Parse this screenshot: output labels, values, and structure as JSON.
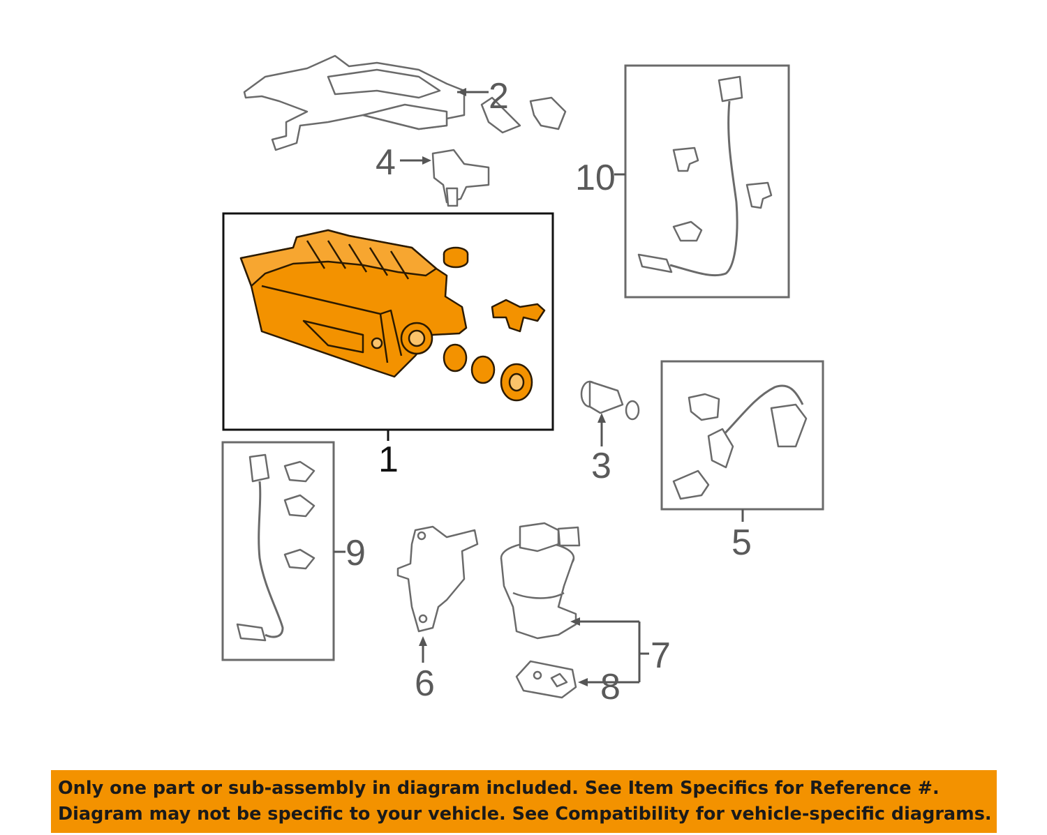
{
  "accent_color": "#f39200",
  "part_fill_color": "#f39200",
  "callouts": [
    {
      "id": "callout-1",
      "text": "1"
    },
    {
      "id": "callout-2",
      "text": "2"
    },
    {
      "id": "callout-3",
      "text": "3"
    },
    {
      "id": "callout-4",
      "text": "4"
    },
    {
      "id": "callout-5",
      "text": "5"
    },
    {
      "id": "callout-6",
      "text": "6"
    },
    {
      "id": "callout-7",
      "text": "7"
    },
    {
      "id": "callout-8",
      "text": "8"
    },
    {
      "id": "callout-9",
      "text": "9"
    },
    {
      "id": "callout-10",
      "text": "10"
    }
  ],
  "disclaimer": {
    "line1": "Only one part or sub-assembly in diagram included. See Item Specifics for Reference #.",
    "line2": "Diagram may not be specific to your vehicle. See Compatibility for vehicle-specific diagrams."
  }
}
